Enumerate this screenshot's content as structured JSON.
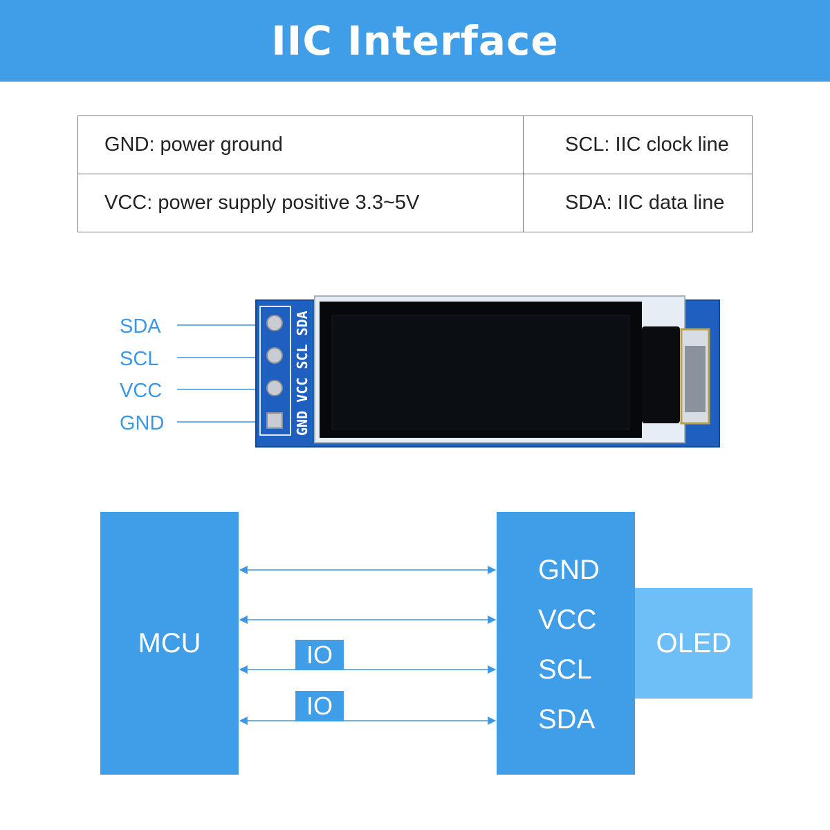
{
  "header": {
    "title": "IIC Interface"
  },
  "pin_table": {
    "rows": [
      {
        "left": "GND: power ground",
        "right": "SCL: IIC clock line"
      },
      {
        "left": "VCC: power supply positive 3.3~5V",
        "right": "SDA: IIC data line"
      }
    ]
  },
  "module": {
    "pin_labels": [
      "SDA",
      "SCL",
      "VCC",
      "GND"
    ],
    "silkscreen": "GND VCC SCL SDA"
  },
  "diagram": {
    "mcu_label": "MCU",
    "oled_label": "OLED",
    "pins": [
      "GND",
      "VCC",
      "SCL",
      "SDA"
    ],
    "io_tags": [
      "IO",
      "IO"
    ]
  },
  "colors": {
    "accent": "#409de8",
    "oled_light": "#6ebef8",
    "label_blue": "#3a98e6",
    "pcb_blue": "#1f5fbf"
  }
}
